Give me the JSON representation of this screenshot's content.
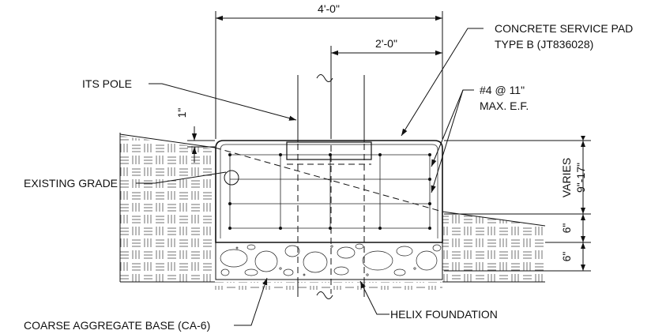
{
  "labels": {
    "its_pole": "ITS POLE",
    "existing_grade": "EXISTING GRADE",
    "pad_line1": "CONCRETE SERVICE PAD",
    "pad_line2": "TYPE B (JT836028)",
    "rebar_line1": "#4 @ 11\"",
    "rebar_line2": "MAX. E.F.",
    "coarse_aggregate": "COARSE AGGREGATE BASE (CA-6)",
    "helix_foundation": "HELIX FOUNDATION"
  },
  "dimensions": {
    "width_overall": "4'-0\"",
    "width_half": "2'-0\"",
    "offset_top": "1\"",
    "pad_reveal_line1": "VARIES",
    "pad_reveal_line2": "9\"-17\"",
    "pad_lower": "6\"",
    "base_depth": "6\""
  },
  "colors": {
    "line": "#111111",
    "background": "#ffffff"
  }
}
